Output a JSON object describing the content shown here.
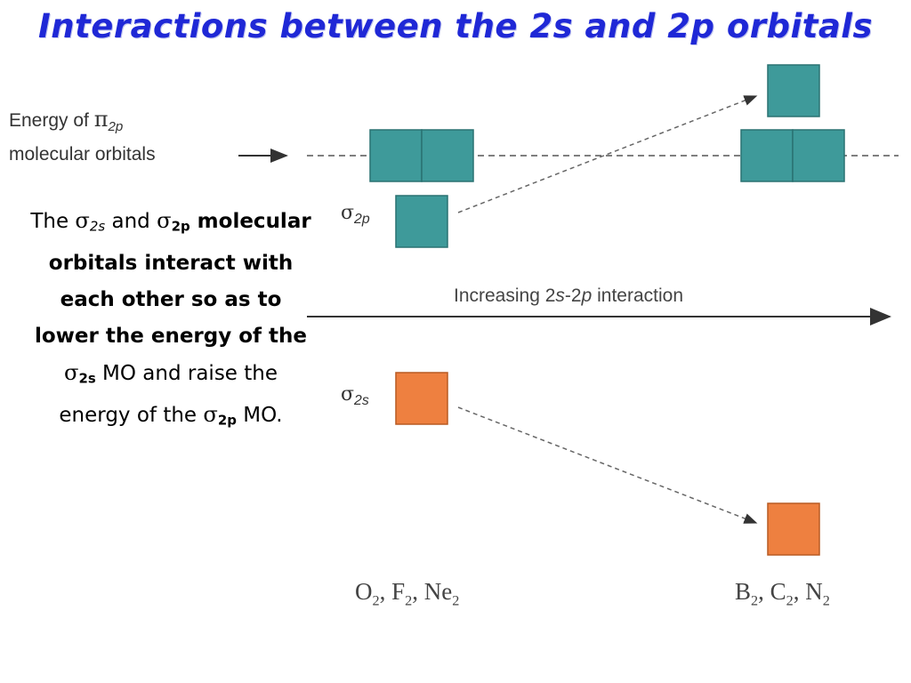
{
  "title": "Interactions between the 2s and 2p orbitals",
  "pi_label": {
    "line1_prefix": "Energy of ",
    "symbol": "π",
    "subscript": "2p",
    "line2": "molecular orbitals"
  },
  "sigma_2p_label": {
    "symbol": "σ",
    "subscript": "2p"
  },
  "sigma_2s_label": {
    "symbol": "σ",
    "subscript": "2s"
  },
  "interaction_label": {
    "prefix": "Increasing 2",
    "s": "s",
    "dash": "-2",
    "p": "p",
    "suffix": " interaction"
  },
  "groups": {
    "left": {
      "parts": [
        "O",
        "2",
        ", F",
        "2",
        ", Ne",
        "2"
      ]
    },
    "right": {
      "parts": [
        "B",
        "2",
        ", C",
        "2",
        ", N",
        "2"
      ]
    }
  },
  "explanation": {
    "t1": "The ",
    "s1": "σ",
    "sub1": "2s",
    "t2": " and ",
    "s2": "σ",
    "sub2": "2p",
    "b1": " molecular orbitals interact with each other so as to lower the energy of the ",
    "s3": "σ",
    "sub3": "2s",
    "t3": " MO and raise the energy of the ",
    "s4": "σ",
    "sub4": "2p",
    "t4": " MO."
  },
  "colors": {
    "title": "#1f28d6",
    "pi_orbital": "#3e9a9a",
    "sigma_2p_orbital": "#3e9a9a",
    "sigma_2s_orbital": "#ee8040",
    "dashed_line": "#555555",
    "arrow": "#333333"
  }
}
